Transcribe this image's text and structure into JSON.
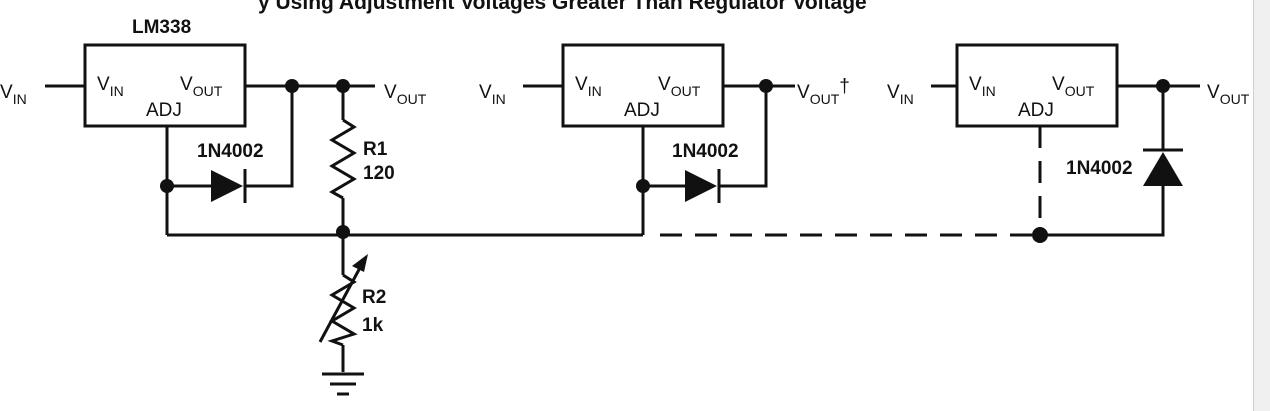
{
  "header": {
    "partial_title": "y Using Adjustment Voltages Greater Than Regulator Voltage"
  },
  "regulator": {
    "part_name": "LM338",
    "pin_in": "V",
    "pin_in_sub": "IN",
    "pin_out": "V",
    "pin_out_sub": "OUT",
    "pin_adj": "ADJ"
  },
  "terminals": {
    "vin": "V",
    "vin_sub": "IN",
    "vout": "V",
    "vout_sub": "OUT",
    "dagger": "†"
  },
  "components": {
    "diode": "1N4002",
    "r1_name": "R1",
    "r1_value": "120",
    "r2_name": "R2",
    "r2_value": "1k"
  }
}
